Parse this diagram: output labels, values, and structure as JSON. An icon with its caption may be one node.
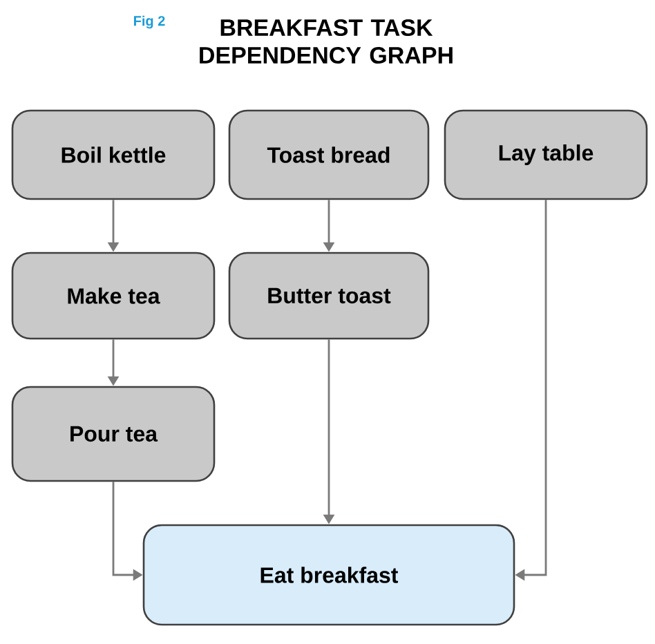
{
  "diagram": {
    "title": "BREAKFAST TASK DEPENDENCY GRAPH",
    "nodes": [
      {
        "text": [
          "Boil kettle"
        ]
      },
      {
        "text": [
          "Toast bread"
        ]
      },
      {
        "text": [
          "Lay table"
        ]
      },
      {
        "text": [
          "Make tea"
        ]
      },
      {
        "text": [
          "Butter toast"
        ]
      },
      {
        "text": [
          "Pour tea"
        ]
      },
      {
        "text": [
          "Eat breakfast"
        ]
      }
    ],
    "edges": [
      {
        "from": 0,
        "to": 3,
        "arrow": "to"
      },
      {
        "from": 1,
        "to": 4,
        "arrow": "to"
      },
      {
        "from": 3,
        "to": 5,
        "arrow": "to"
      },
      {
        "from": 5,
        "to": 6,
        "arrow": "to"
      },
      {
        "from": 4,
        "to": 6,
        "arrow": "to"
      },
      {
        "from": 2,
        "to": 6,
        "arrow": "to"
      }
    ],
    "labels": [
      "Fig 2"
    ]
  }
}
